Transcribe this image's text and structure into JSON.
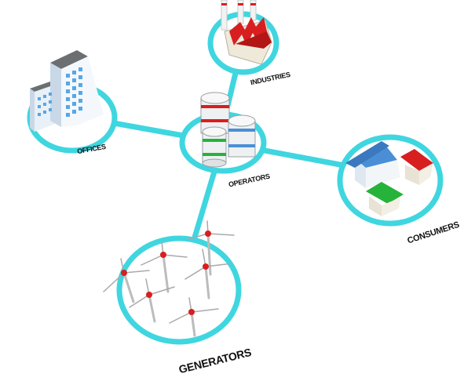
{
  "colors": {
    "ring": "#3fd6e0",
    "ring_fill": "#ffffff",
    "label": "#111111",
    "roof_red": "#d81f1f",
    "roof_blue": "#4a8fd6",
    "roof_green": "#25b33a",
    "building_gray": "#6b6f72"
  },
  "nodes": {
    "operators": {
      "label": "OPERATORS",
      "icon": "storage-tanks-icon"
    },
    "industries": {
      "label": "INDUSTRIES",
      "icon": "factory-icon"
    },
    "offices": {
      "label": "OFFICES",
      "icon": "office-buildings-icon"
    },
    "consumers": {
      "label": "CONSUMERS",
      "icon": "houses-icon"
    },
    "generators": {
      "label": "GENERATORS",
      "icon": "wind-turbines-icon"
    }
  }
}
